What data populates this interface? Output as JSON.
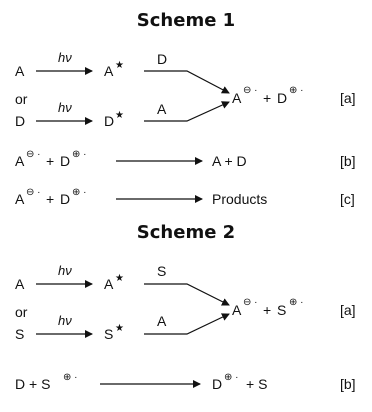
{
  "scheme1": {
    "title": "Scheme 1",
    "A": "A",
    "D": "D",
    "or": "or",
    "hv": "hν",
    "excited_A": "A",
    "excited_D": "D",
    "star": "★",
    "arrow_partner_top": "D",
    "arrow_partner_bottom": "A",
    "product_anion": "A",
    "product_cation": "D",
    "anion_sup": "⊖ ·",
    "cation_sup": "⊕ ·",
    "plus": "+",
    "tag_a": "[a]",
    "eq_b_left_anion": "A",
    "eq_b_left_cation": "D",
    "eq_b_right": "A + D",
    "tag_b": "[b]",
    "eq_c_left_anion": "A",
    "eq_c_left_cation": "D",
    "eq_c_right": "Products",
    "tag_c": "[c]"
  },
  "scheme2": {
    "title": "Scheme 2",
    "A": "A",
    "S": "S",
    "or": "or",
    "hv": "hν",
    "excited_A": "A",
    "excited_S": "S",
    "star": "★",
    "arrow_partner_top": "S",
    "arrow_partner_bottom": "A",
    "product_anion": "A",
    "product_cation": "S",
    "anion_sup": "⊖ ·",
    "cation_sup": "⊕ ·",
    "plus": "+",
    "tag_a": "[a]",
    "eq_b_left": "D + S",
    "eq_b_left_sup": "⊕ ·",
    "eq_b_right": "D",
    "eq_b_right_sup": "⊕ ·",
    "eq_b_right_tail": "+ S",
    "tag_b": "[b]"
  }
}
